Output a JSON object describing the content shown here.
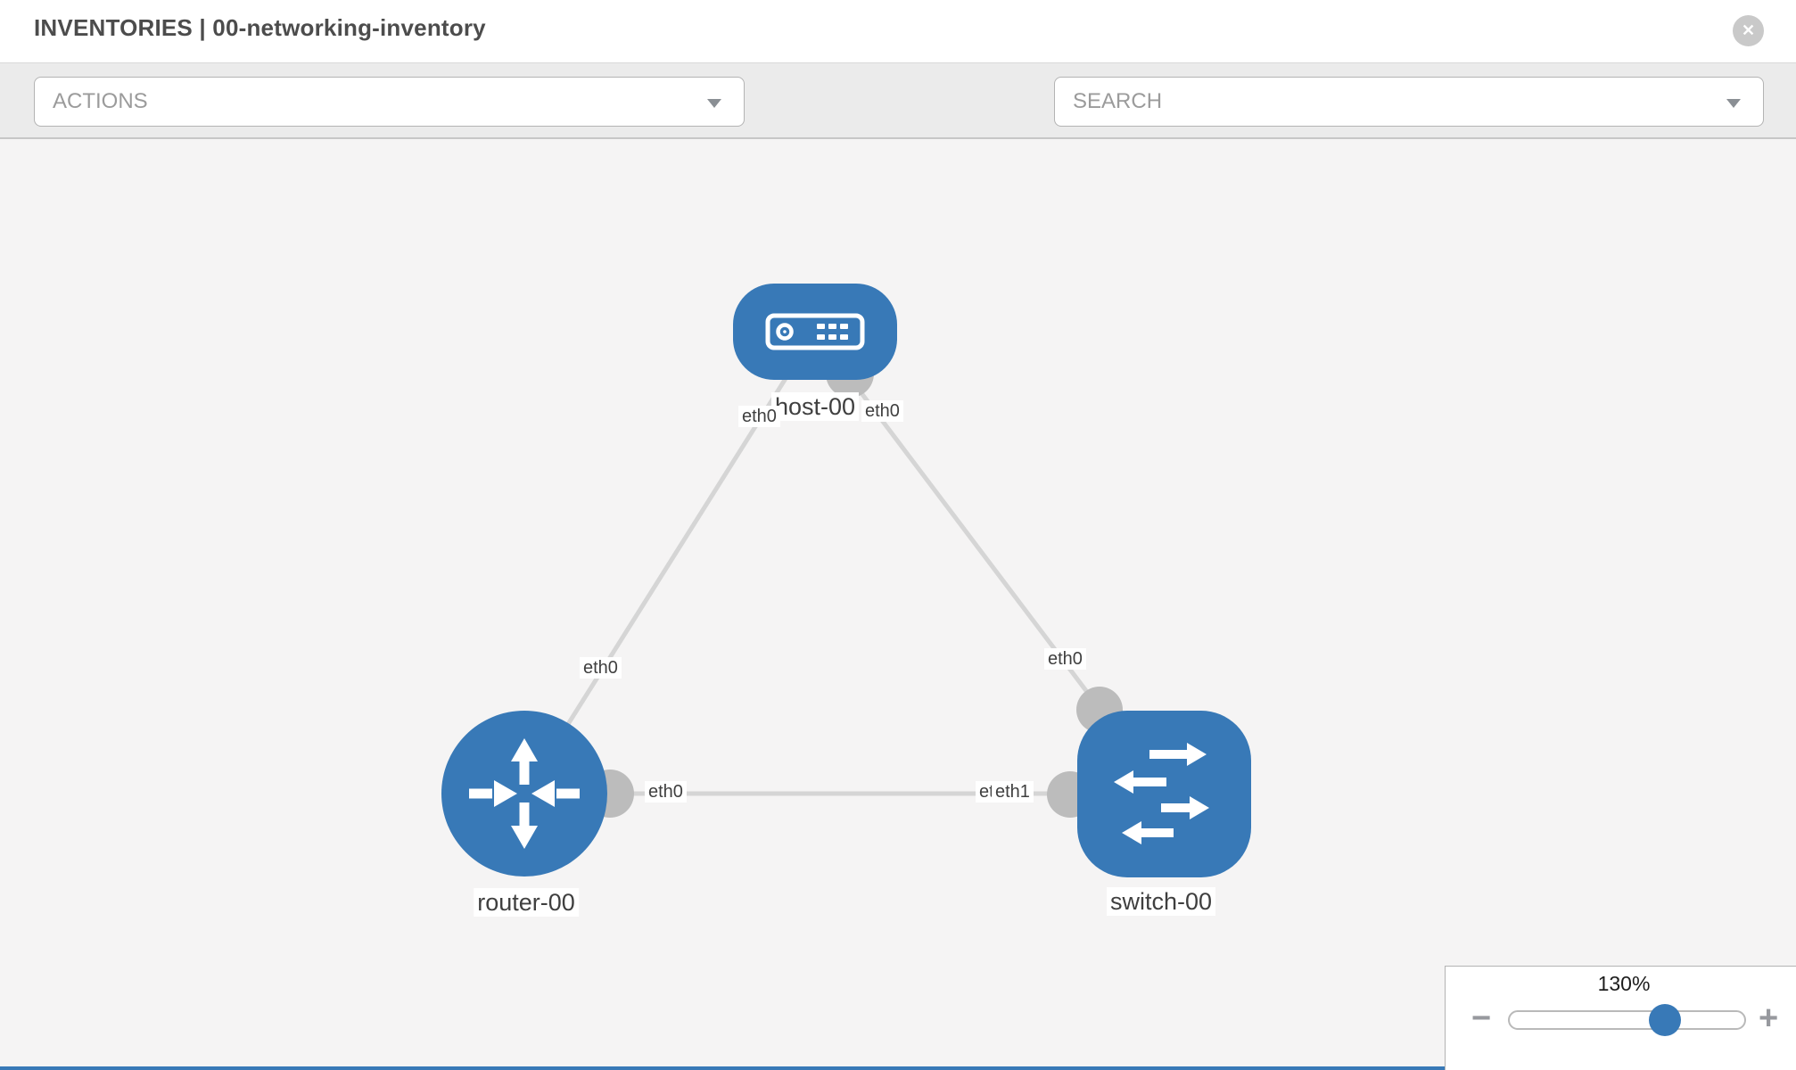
{
  "header": {
    "title": "INVENTORIES | 00-networking-inventory",
    "close_glyph": "✕"
  },
  "toolbar": {
    "actions_label": "ACTIONS",
    "search_placeholder": "SEARCH",
    "icons": [
      "wrench-icon",
      "key-icon"
    ]
  },
  "graph": {
    "nodes": [
      {
        "id": "host-00",
        "type": "host",
        "label": "host-00"
      },
      {
        "id": "router-00",
        "type": "router",
        "label": "router-00"
      },
      {
        "id": "switch-00",
        "type": "switch",
        "label": "switch-00"
      }
    ],
    "links": [
      {
        "source": "host-00",
        "target": "router-00",
        "source_port": "eth0",
        "target_port": "eth0"
      },
      {
        "source": "host-00",
        "target": "switch-00",
        "source_port": "eth0",
        "target_port": "eth0"
      },
      {
        "source": "router-00",
        "target": "switch-00",
        "source_port": "eth0",
        "target_port": "eth1"
      }
    ],
    "port_labels": [
      {
        "text": "eth0"
      },
      {
        "text": "eth0"
      },
      {
        "text": "eth0"
      },
      {
        "text": "eth0"
      },
      {
        "text": "eth0"
      },
      {
        "text": "eth0"
      },
      {
        "text": "eth1"
      }
    ]
  },
  "zoom_control": {
    "level_label": "130%",
    "zoom_percent": 130,
    "minus_glyph": "−",
    "plus_glyph": "+",
    "slider_position": 0.65
  },
  "colors": {
    "node_blue": "#3879b7",
    "link_gray": "#d5d5d5",
    "interface_gray": "#bcbcbc",
    "toolbar_bg": "#ebebeb"
  }
}
